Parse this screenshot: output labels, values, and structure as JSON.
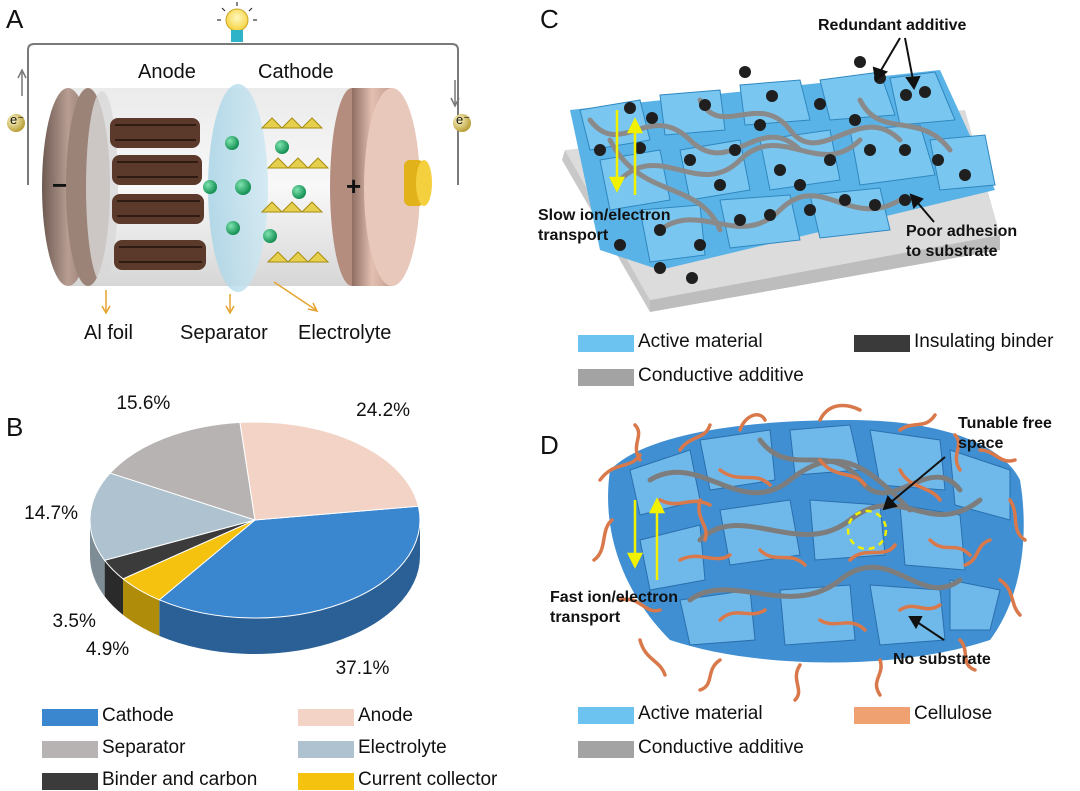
{
  "panels": {
    "a": {
      "letter": "A",
      "anode": "Anode",
      "cathode": "Cathode",
      "electron_left": "e⁻",
      "electron_right": "e⁻",
      "minus": "−",
      "plus": "+",
      "al_foil": "Al foil",
      "separator": "Separator",
      "electrolyte": "Electrolyte"
    },
    "b": {
      "letter": "B"
    },
    "c": {
      "letter": "C",
      "redundant_additive": "Redundant additive",
      "slow_transport": "Slow ion/electron\ntransport",
      "poor_adhesion": "Poor adhesion\nto substrate",
      "legend": [
        {
          "label": "Active material",
          "color": "#6cc3ef"
        },
        {
          "label": "Insulating binder",
          "color": "#3a3a3a"
        },
        {
          "label": "Conductive additive",
          "color": "#a3a3a3"
        }
      ]
    },
    "d": {
      "letter": "D",
      "tunable_free_space": "Tunable free\nspace",
      "fast_transport": "Fast ion/electron\ntransport",
      "no_substrate": "No substrate",
      "legend": [
        {
          "label": "Active material",
          "color": "#6cc3ef"
        },
        {
          "label": "Cellulose",
          "color": "#f0a172"
        },
        {
          "label": "Conductive additive",
          "color": "#a3a3a3"
        }
      ]
    }
  },
  "chart_data": {
    "type": "pie",
    "title": "",
    "slices": [
      {
        "label": "Cathode",
        "value": 37.1,
        "display": "37.1%",
        "color": "#3a86cf"
      },
      {
        "label": "Current collector",
        "value": 4.9,
        "display": "4.9%",
        "color": "#f4c20f"
      },
      {
        "label": "Binder and carbon",
        "value": 3.5,
        "display": "3.5%",
        "color": "#3b3b3b"
      },
      {
        "label": "Electrolyte",
        "value": 14.7,
        "display": "14.7%",
        "color": "#aec3cf"
      },
      {
        "label": "Separator",
        "value": 15.6,
        "display": "15.6%",
        "color": "#b8b3b3"
      },
      {
        "label": "Anode",
        "value": 24.2,
        "display": "24.2%",
        "color": "#f3d3c5"
      }
    ],
    "legend": [
      {
        "label": "Cathode",
        "color": "#3a86cf"
      },
      {
        "label": "Anode",
        "color": "#f3d3c5"
      },
      {
        "label": "Separator",
        "color": "#b8b3b3"
      },
      {
        "label": "Electrolyte",
        "color": "#aec3cf"
      },
      {
        "label": "Binder and carbon",
        "color": "#3b3b3b"
      },
      {
        "label": "Current collector",
        "color": "#f4c20f"
      }
    ],
    "legend_placement": "bottom"
  }
}
